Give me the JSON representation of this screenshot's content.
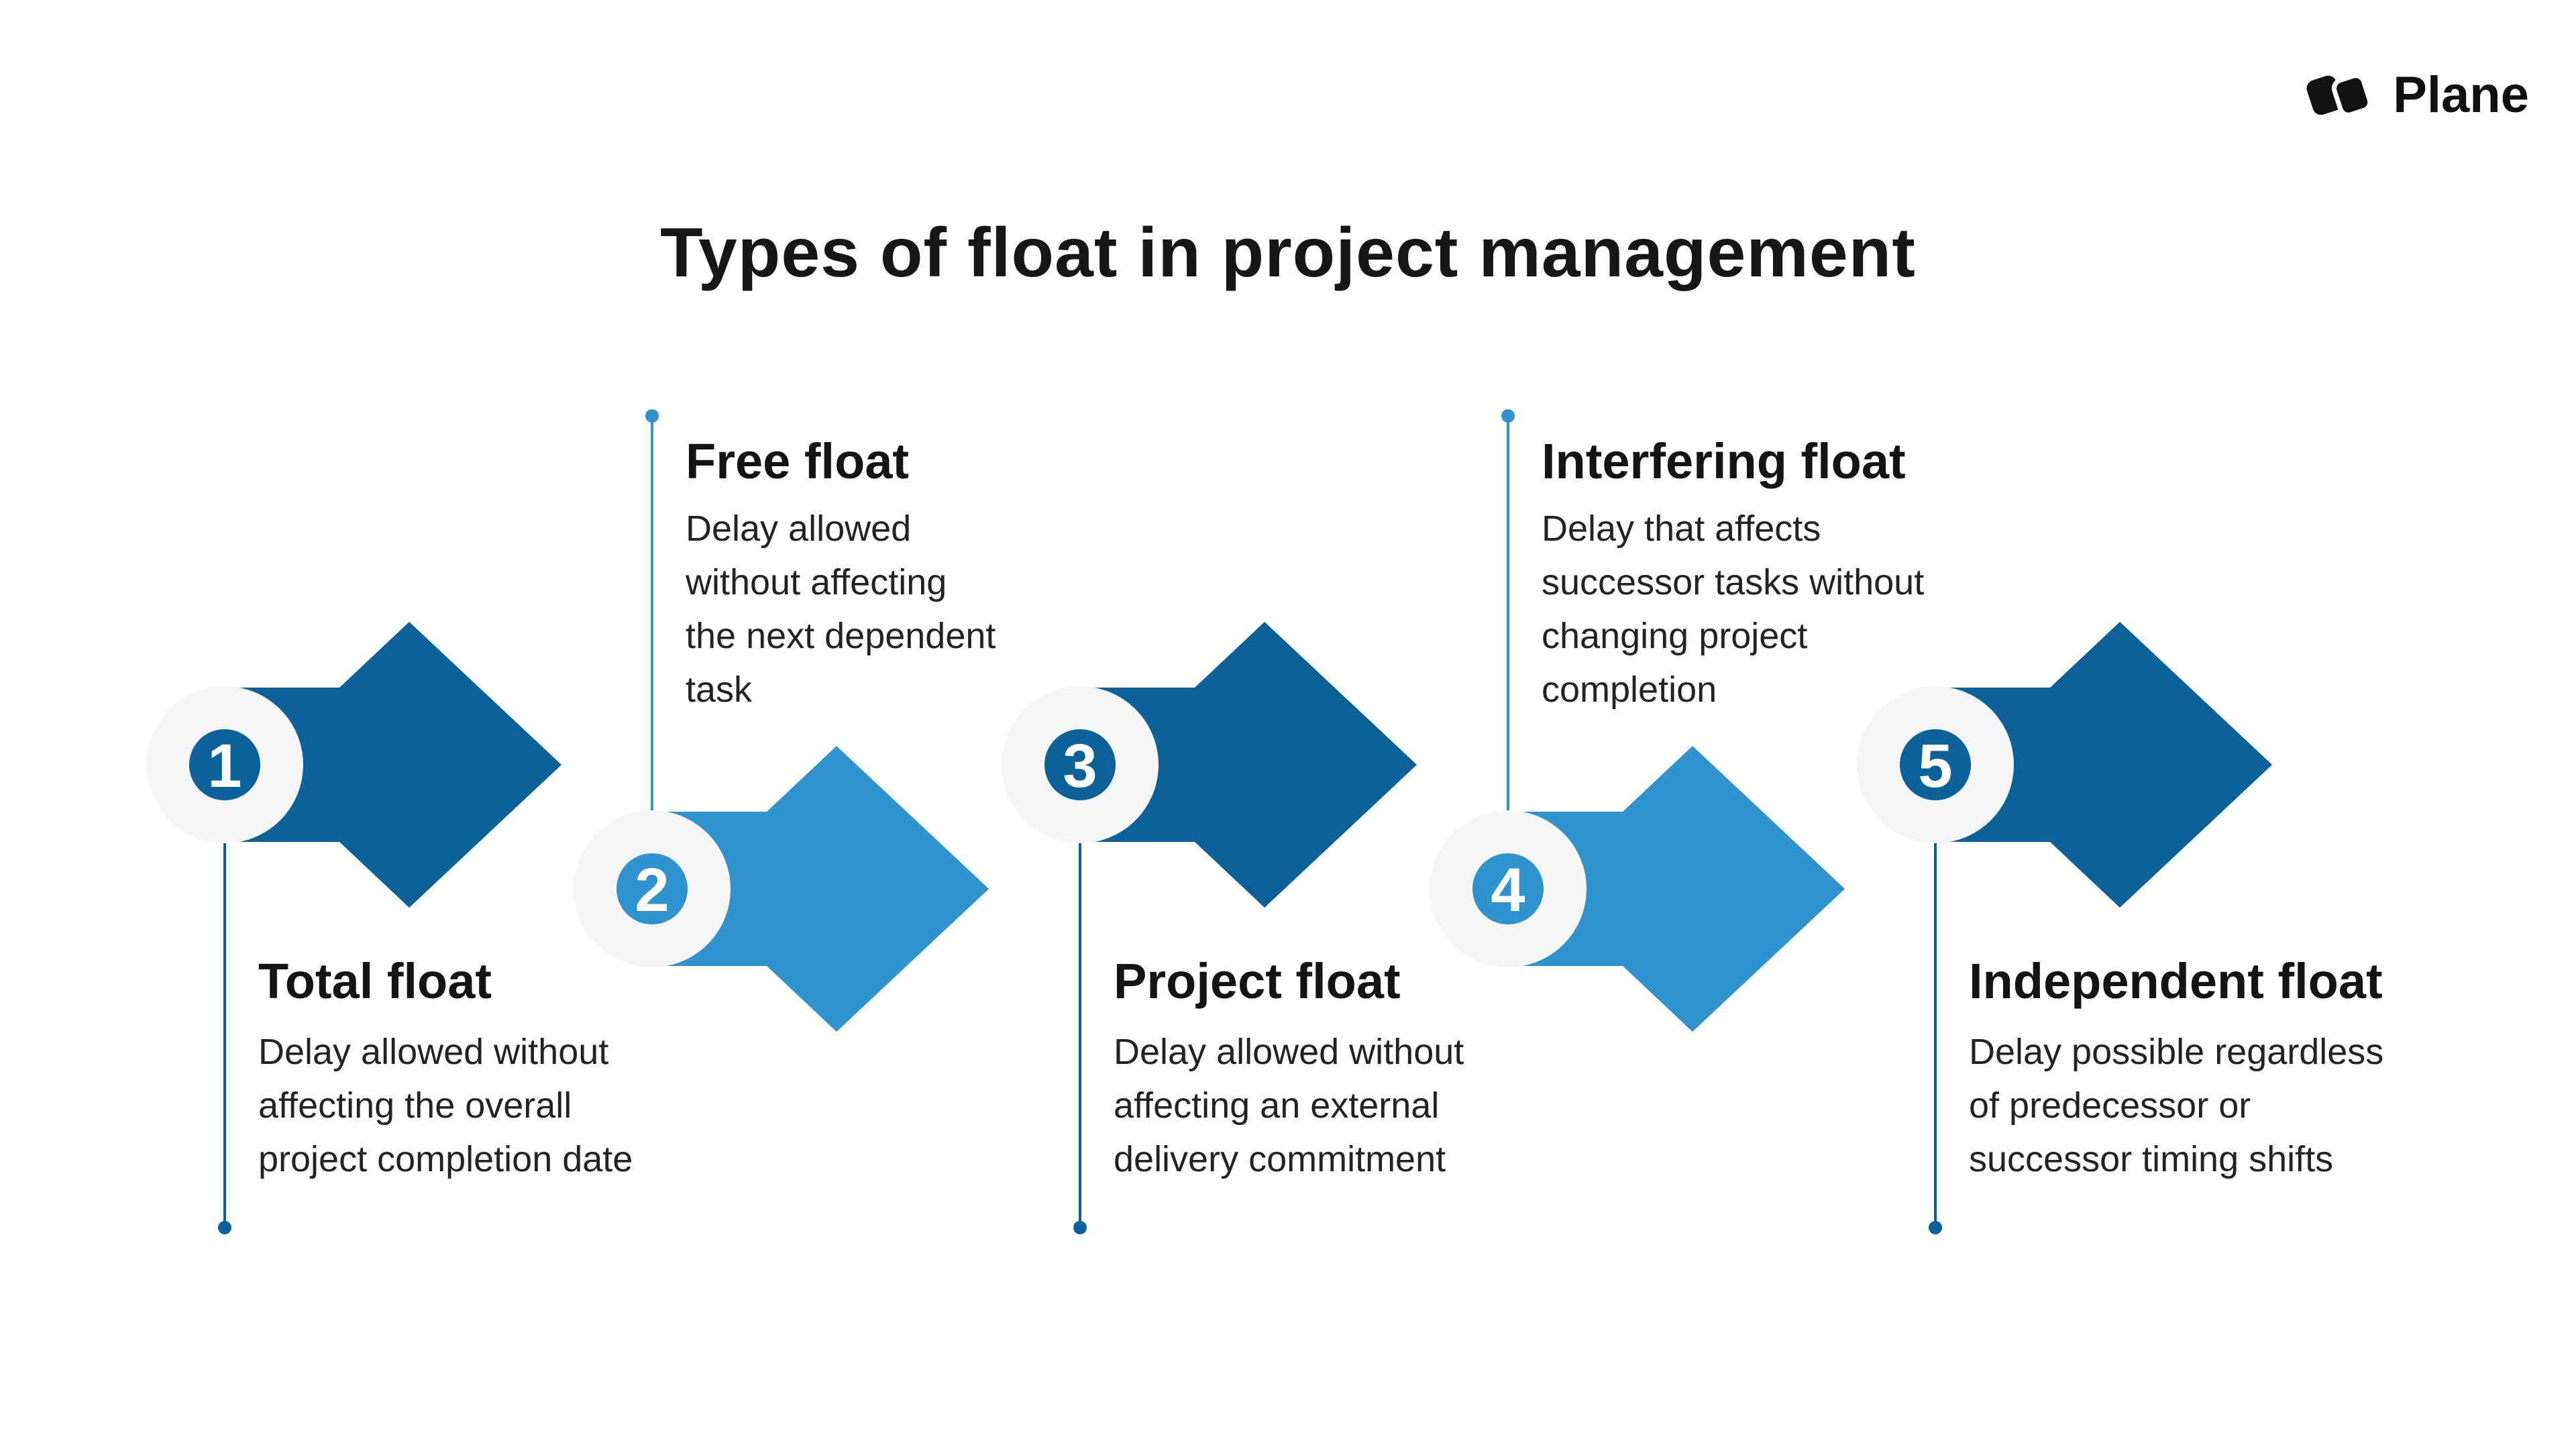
{
  "page": {
    "title": "Types of float in project management"
  },
  "logo": {
    "text": "Plane",
    "mark_icon": "plane-logo-mark"
  },
  "colors": {
    "dark_blue": "#0b629a",
    "light_blue": "#2e93ce",
    "badge_background": "#f4f6f7",
    "text": "#1c1c1c"
  },
  "items": [
    {
      "number": "1",
      "heading": "Total float",
      "description": "Delay allowed without\naffecting the overall\nproject completion date",
      "tone": "dark",
      "label_position": "below"
    },
    {
      "number": "2",
      "heading": "Free float",
      "description": "Delay allowed\nwithout affecting\nthe next dependent\ntask",
      "tone": "light",
      "label_position": "above"
    },
    {
      "number": "3",
      "heading": "Project float",
      "description": "Delay allowed without\naffecting an external\ndelivery commitment",
      "tone": "dark",
      "label_position": "below"
    },
    {
      "number": "4",
      "heading": "Interfering float",
      "description": "Delay that affects\nsuccessor tasks without\nchanging project\ncompletion",
      "tone": "light",
      "label_position": "above"
    },
    {
      "number": "5",
      "heading": "Independent float",
      "description": "Delay possible regardless\nof predecessor or\nsuccessor timing shifts",
      "tone": "dark",
      "label_position": "below"
    }
  ]
}
